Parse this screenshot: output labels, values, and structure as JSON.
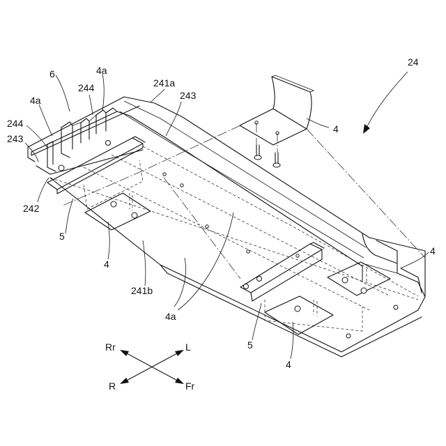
{
  "labels": {
    "assembly": "24",
    "upper_wall": "241a",
    "lower_wall": "241b",
    "side_member": "242",
    "rib_left": "243",
    "rib_top": "243",
    "flange_left": "244",
    "flange_top": "244",
    "member_six": "6",
    "sub_left": "4a",
    "sub_top": "4a",
    "sub_bottom": "4a",
    "bracket_top_right": "4",
    "bracket_right": "4",
    "bracket_left_bottom": "4",
    "bracket_right_bottom": "4",
    "reinforcement_left": "5",
    "reinforcement_right": "5"
  },
  "directions": {
    "rear": "Rr",
    "left": "L",
    "right": "R",
    "front": "Fr"
  }
}
